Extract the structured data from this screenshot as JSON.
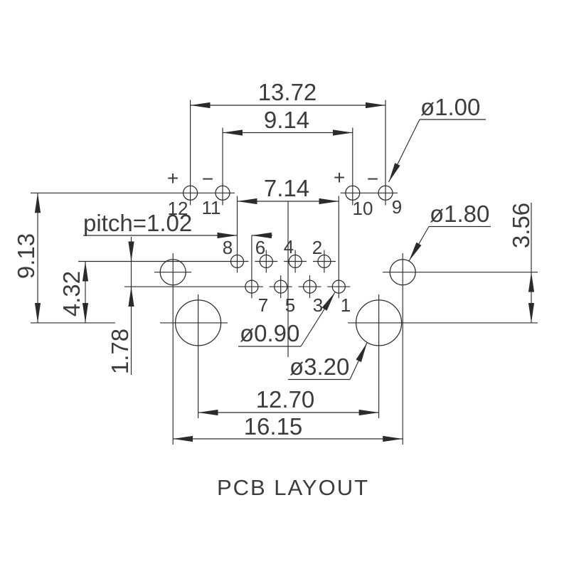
{
  "drawing_title": "PCB LAYOUT",
  "dims": {
    "top_outer": "13.72",
    "top_inner": "9.14",
    "pin_row_span": "7.14",
    "pitch": "pitch=1.02",
    "bottom_inner": "12.70",
    "bottom_outer": "16.15",
    "left_outer": "9.13",
    "left_mid": "4.32",
    "left_inner": "1.78",
    "right_side": "3.56"
  },
  "callouts": {
    "top_hole": "ø1.00",
    "side_hole": "ø1.80",
    "pin_hole": "ø0.90",
    "mount_hole": "ø3.20"
  },
  "top_holes": [
    "12",
    "11",
    "10",
    "9"
  ],
  "pins_upper": [
    "8",
    "6",
    "4",
    "2"
  ],
  "pins_lower": [
    "7",
    "5",
    "3",
    "1"
  ],
  "polarity": [
    "+",
    "−",
    "+",
    "−"
  ],
  "colors": {
    "line": "#2b2b2b",
    "text": "#3c3c3c",
    "background": "#ffffff"
  }
}
